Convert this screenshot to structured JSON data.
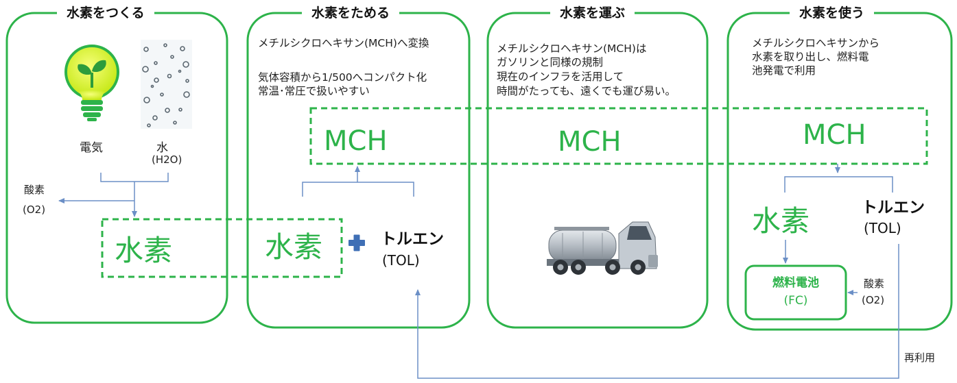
{
  "panels": [
    {
      "title": "水素をつくる"
    },
    {
      "title": "水素をためる",
      "desc": [
        "メチルシクロヘキサン(MCH)へ変換",
        "",
        "気体容積から1/500へコンパクト化",
        "常温･常圧で扱いやすい"
      ]
    },
    {
      "title": "水素を運ぶ",
      "desc": [
        "メチルシクロヘキサン(MCH)は",
        "ガソリンと同様の規制",
        "現在のインフラを活用して",
        "時間がたっても、遠くでも運び易い。"
      ]
    },
    {
      "title": "水素を使う",
      "desc": [
        "メチルシクロヘキサンから",
        "水素を取り出し、燃料電",
        "池発電で利用"
      ]
    }
  ],
  "labels": {
    "electricity": "電気",
    "water": "水",
    "water_formula": "(H2O)",
    "oxygen_left": "酸素",
    "oxygen_left_formula": "(O2)",
    "hydrogen_1": "水素",
    "hydrogen_2": "水素",
    "hydrogen_4": "水素",
    "toluene_2": "トルエン",
    "toluene_2_abbr": "(TOL)",
    "toluene_4": "トルエン",
    "toluene_4_abbr": "(TOL)",
    "mch_2": "MCH",
    "mch_3": "MCH",
    "mch_4": "MCH",
    "fuel_cell": "燃料電池",
    "fuel_cell_abbr": "(FC)",
    "oxygen_right": "酸素",
    "oxygen_right_formula": "(O2)",
    "reuse": "再利用"
  },
  "colors": {
    "green": "#2db34a",
    "arrow_blue": "#6b8fc6",
    "plus_blue": "#3f6fb5"
  },
  "icons": [
    "lightbulb-sprout-icon",
    "water-bubbles-image",
    "plus-icon",
    "tanker-truck-icon"
  ]
}
